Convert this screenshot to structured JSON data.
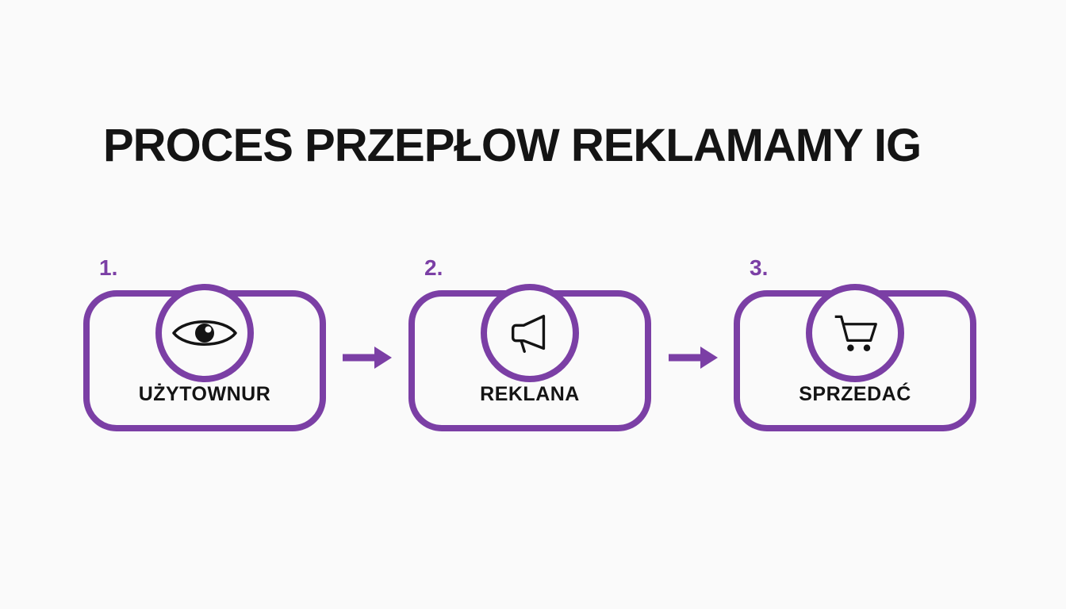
{
  "page": {
    "title": "PROCES PRZEPŁOW REKLAMAMY IG"
  },
  "colors": {
    "accent": "#7B3FA5",
    "ink": "#141414",
    "background": "#FAFAFA"
  },
  "steps": [
    {
      "number": "1.",
      "label": "UŻYTOWNUR",
      "icon": "eye-icon"
    },
    {
      "number": "2.",
      "label": "REKLANA",
      "icon": "megaphone-icon"
    },
    {
      "number": "3.",
      "label": "SPRZEDAĆ",
      "icon": "shopping-cart-icon"
    }
  ],
  "connectors": [
    {
      "type": "arrow-right"
    },
    {
      "type": "arrow-right"
    }
  ]
}
